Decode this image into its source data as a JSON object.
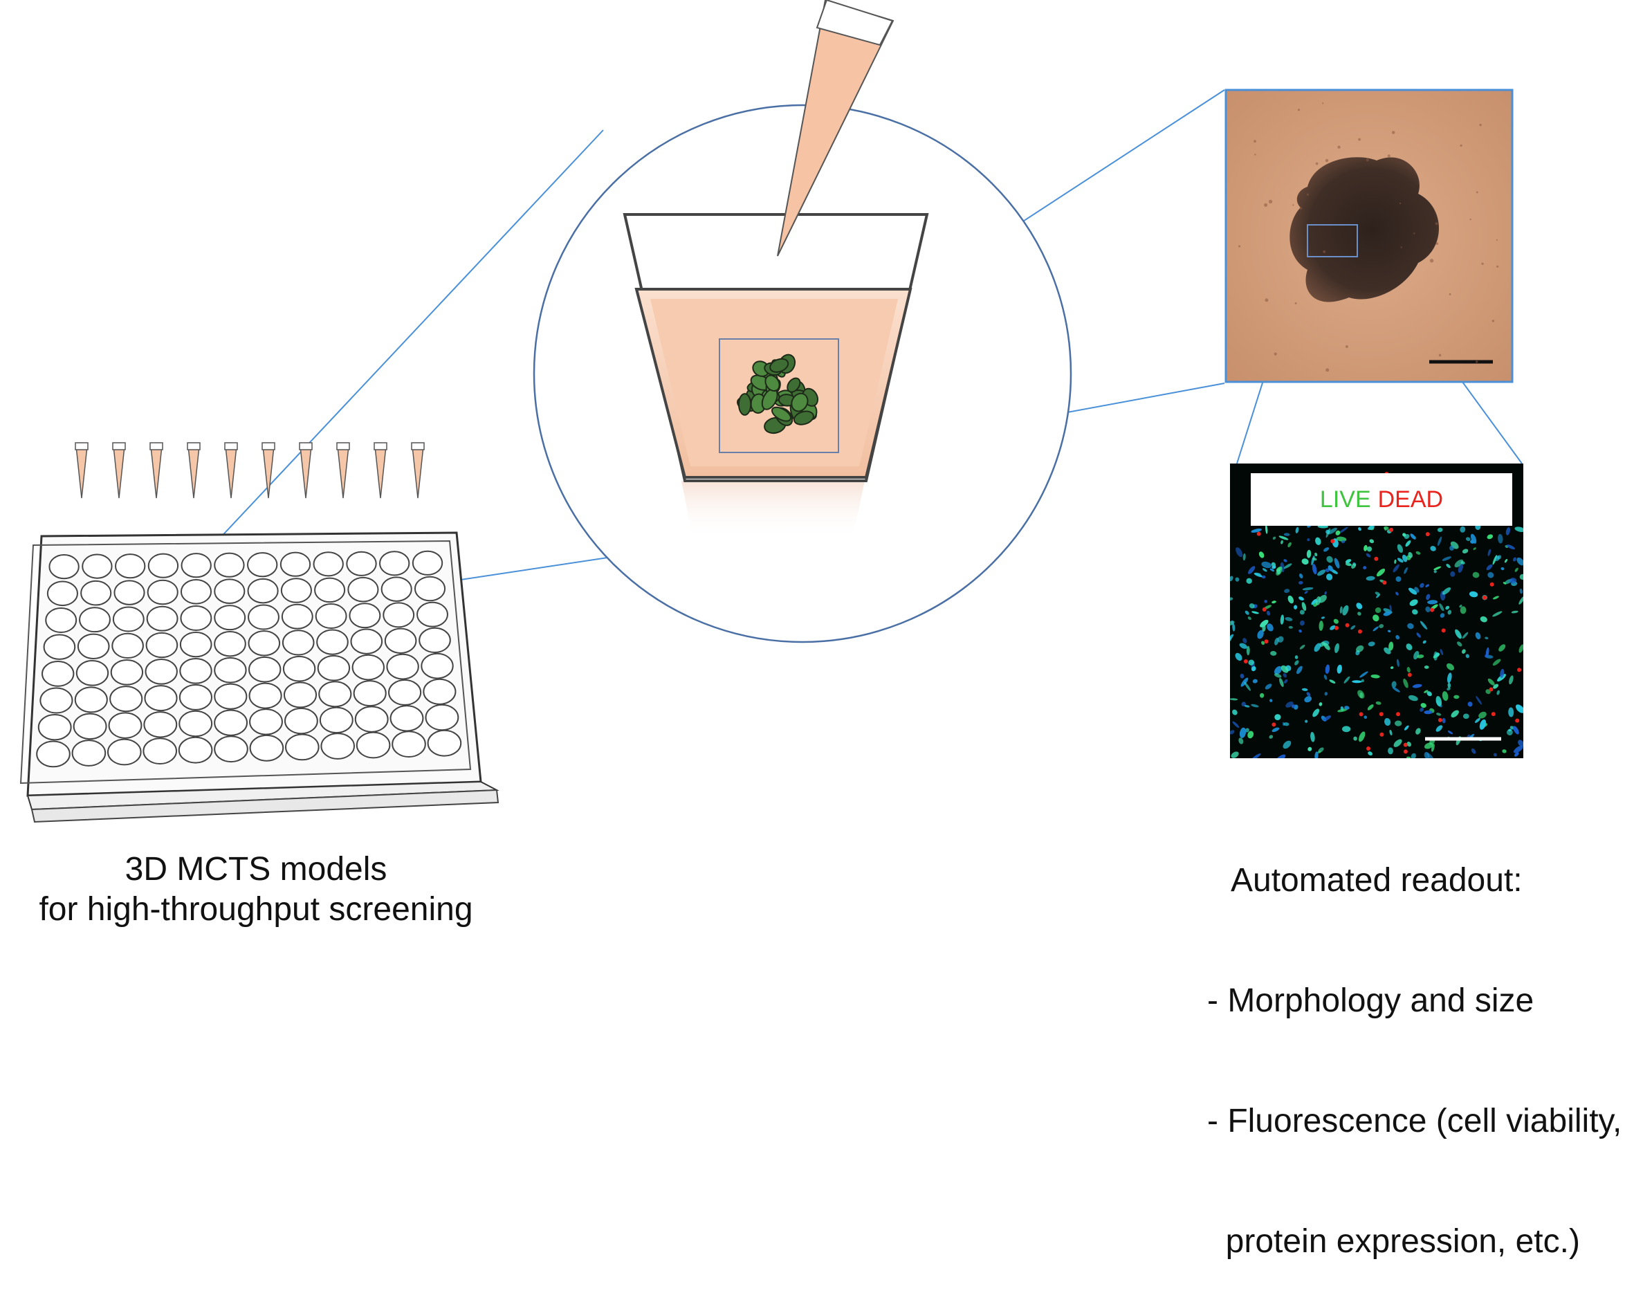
{
  "plate_caption": {
    "line1": "3D MCTS models",
    "line2": "for high-throughput screening"
  },
  "fluorescence_label": {
    "live": "LIVE",
    "dead": "DEAD"
  },
  "readout_caption": {
    "title": "Automated readout:",
    "item1": "- Morphology and size",
    "item2": "- Fluorescence (cell viability,",
    "item2_cont": "  protein expression, etc.)"
  },
  "plate": {
    "rows": 8,
    "columns": 12,
    "tips": 10
  },
  "colors": {
    "medium": "#f5c7a8",
    "connector_line": "#4a90d9",
    "spheroid": "#3e6e34",
    "brightfield_bg": "#d7a07c",
    "spheroid_dark": "#3a2a22",
    "fluor_cyan": "#2fd6c8",
    "fluor_blue": "#1a5fcf",
    "dead_red": "#e8241c",
    "live_green": "#3ec43e"
  }
}
